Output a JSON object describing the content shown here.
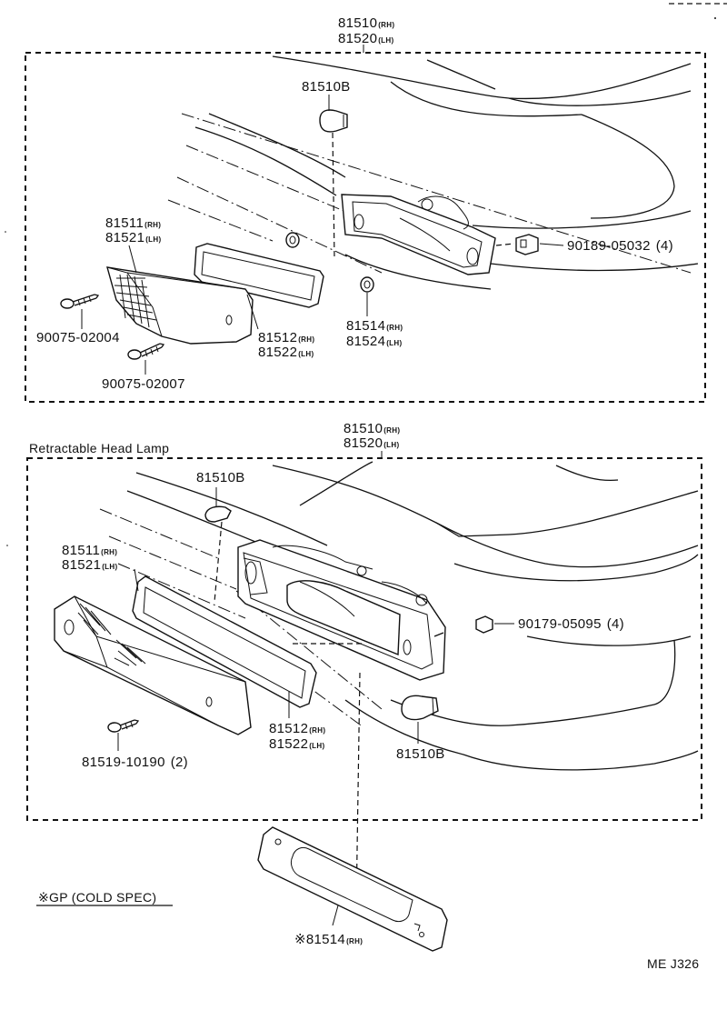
{
  "top": {
    "lamp_rh": "81510",
    "lamp_lh": "81520",
    "bulb": "81510B",
    "lens_rh": "81511",
    "lens_lh": "81521",
    "gasket_rh": "81512",
    "gasket_lh": "81522",
    "pad_rh": "81514",
    "pad_lh": "81524",
    "nut": "90189-05032",
    "nut_qty": "(4)",
    "screw_a": "90075-02004",
    "screw_b": "90075-02007"
  },
  "bottom": {
    "section_title": "Retractable Head Lamp",
    "lamp_rh": "81510",
    "lamp_lh": "81520",
    "bulb_a": "81510B",
    "bulb_b": "81510B",
    "lens_rh": "81511",
    "lens_lh": "81521",
    "gasket_rh": "81512",
    "gasket_lh": "81522",
    "nut": "90179-05095",
    "nut_qty": "(4)",
    "screw": "81519-10190",
    "screw_qty": "(2)"
  },
  "cold_spec": {
    "label": "※GP (COLD SPEC)",
    "part": "※81514"
  },
  "suffix": {
    "rh": "(RH)",
    "lh": "(LH)"
  },
  "code": "ME J326"
}
